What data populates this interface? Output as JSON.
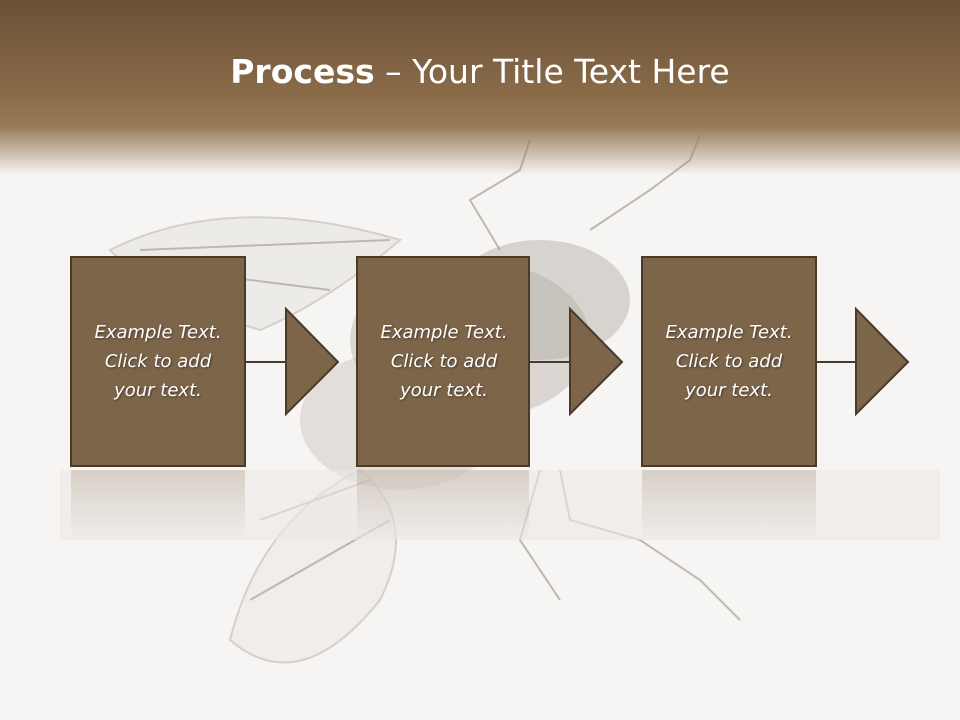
{
  "slide": {
    "title_bold": "Process",
    "title_rest": " – Your Title Text Here"
  },
  "colors": {
    "header_dark": "#6b5037",
    "header_light": "#967a57",
    "box_fill": "#7d654a",
    "box_border": "#4a3a28",
    "background": "#f7f5f3"
  },
  "steps": [
    {
      "text": "Example Text. Click  to add your text."
    },
    {
      "text": "Example Text. Click  to add your text."
    },
    {
      "text": "Example Text. Click  to add your text."
    }
  ]
}
